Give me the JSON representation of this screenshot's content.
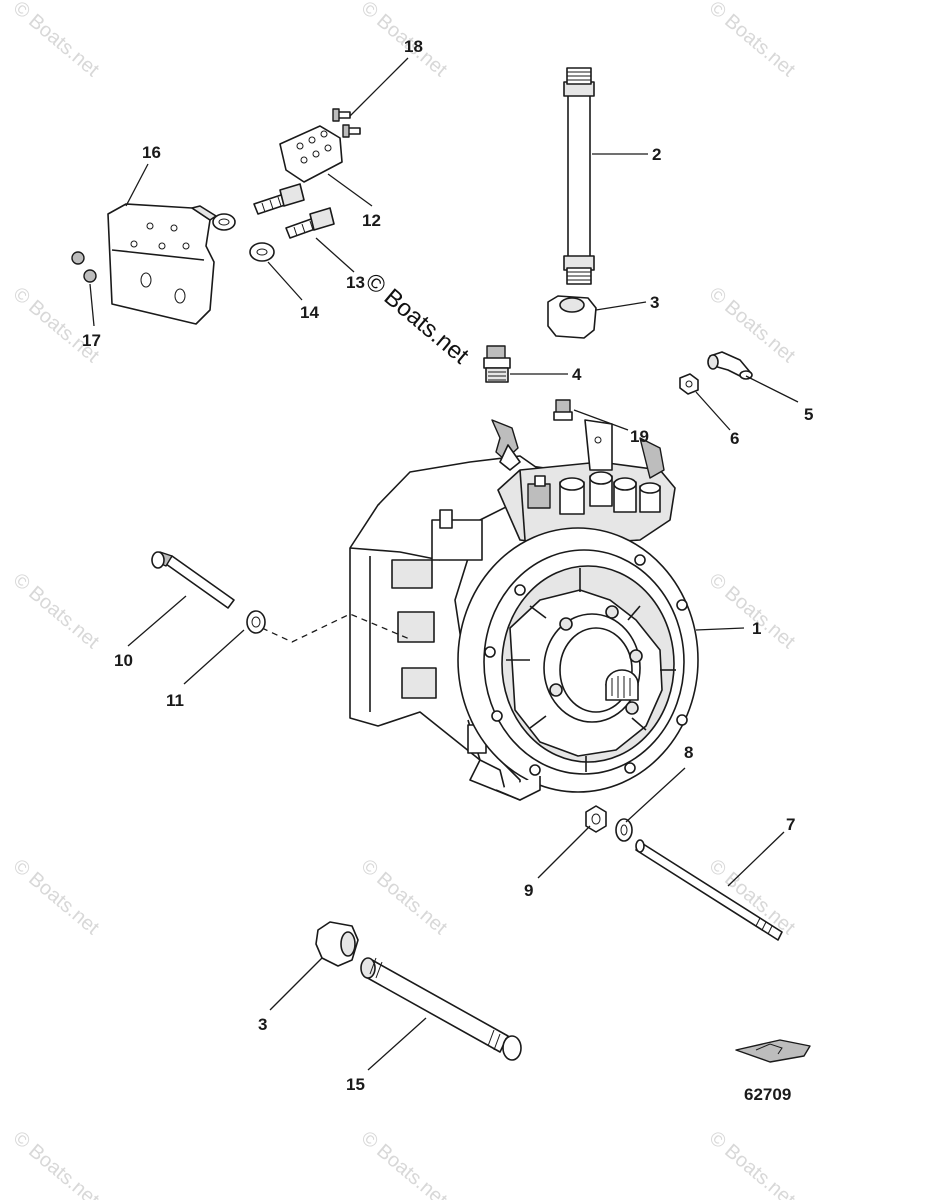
{
  "watermarks": {
    "repeat_text": "© Boats.net",
    "main_text": "© Boats.net"
  },
  "callouts": [
    "1",
    "2",
    "3",
    "4",
    "5",
    "6",
    "7",
    "8",
    "9",
    "10",
    "11",
    "12",
    "13",
    "14",
    "15",
    "16",
    "17",
    "18",
    "19",
    "3"
  ],
  "diagram_number": "62709",
  "icons": {
    "logo": "boat-logo-icon"
  }
}
